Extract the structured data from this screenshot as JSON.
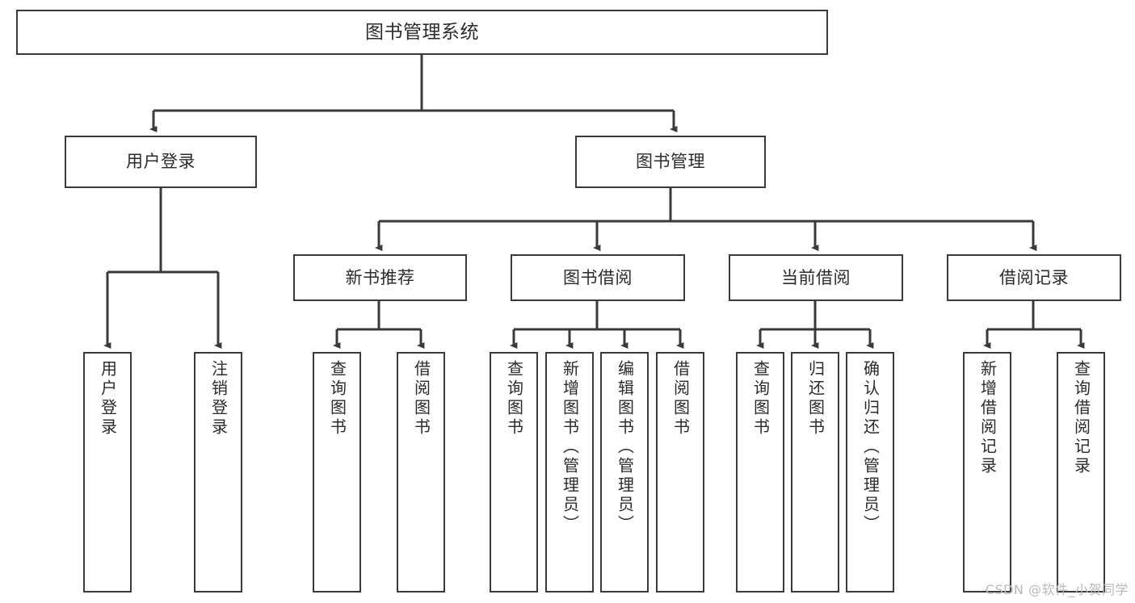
{
  "diagram": {
    "type": "tree-hierarchy-chart",
    "title": "图书管理系统",
    "watermark": "CSDN @软件_小贺同学",
    "line_color": "#3a3a3a",
    "text_color": "#2b2b2b",
    "background": "#ffffff"
  },
  "nodes": {
    "root": {
      "label": "图书管理系统"
    },
    "level1": [
      {
        "label": "用户登录"
      },
      {
        "label": "图书管理"
      }
    ],
    "level2": [
      {
        "label": "新书推荐"
      },
      {
        "label": "图书借阅"
      },
      {
        "label": "当前借阅"
      },
      {
        "label": "借阅记录"
      }
    ],
    "leaves": {
      "user_login": [
        {
          "label": "用户登录"
        },
        {
          "label": "注销登录"
        }
      ],
      "new_book_recommend": [
        {
          "label": "查询图书"
        },
        {
          "label": "借阅图书"
        }
      ],
      "book_borrow": [
        {
          "label": "查询图书"
        },
        {
          "label": "新增图书（管理员）"
        },
        {
          "label": "编辑图书（管理员）"
        },
        {
          "label": "借阅图书"
        }
      ],
      "current_borrow": [
        {
          "label": "查询图书"
        },
        {
          "label": "归还图书"
        },
        {
          "label": "确认归还（管理员）"
        }
      ],
      "borrow_record": [
        {
          "label": "新增借阅记录"
        },
        {
          "label": "查询借阅记录"
        }
      ]
    }
  }
}
